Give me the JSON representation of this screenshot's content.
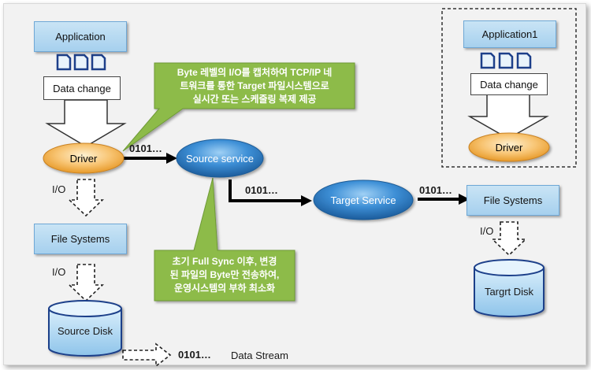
{
  "left": {
    "application": "Application",
    "data_change": "Data change",
    "driver": "Driver",
    "io_1": "I/O",
    "file_systems": "File Systems",
    "io_2": "I/O",
    "source_disk": "Source Disk"
  },
  "middle": {
    "stream_1": "0101…",
    "source_service": "Source service",
    "stream_2": "0101…",
    "target_service": "Target Service",
    "stream_3": "0101…"
  },
  "right": {
    "file_systems": "File Systems",
    "io": "I/O",
    "target_disk": "Targrt Disk"
  },
  "inset": {
    "application": "Application1",
    "data_change": "Data change",
    "driver": "Driver"
  },
  "callouts": {
    "top_lines": [
      "Byte 레벨의 I/O를 캡처하여 TCP/IP 네",
      "트워크를 통한 Target 파일시스템으로",
      "실시간 또는 스케줄링 복제 제공"
    ],
    "bottom_lines": [
      "초기 Full Sync 이후, 변경",
      "된 파일의 Byte만 전송하여,",
      "운영시스템의 부하 최소화"
    ]
  },
  "legend": {
    "bits": "0101…",
    "label": "Data Stream"
  },
  "colors": {
    "blue_box": "#a6d0ee",
    "orange_oval": "#f5b04a",
    "blue_oval": "#2f7fc6",
    "callout_green": "#8dbb4a"
  }
}
